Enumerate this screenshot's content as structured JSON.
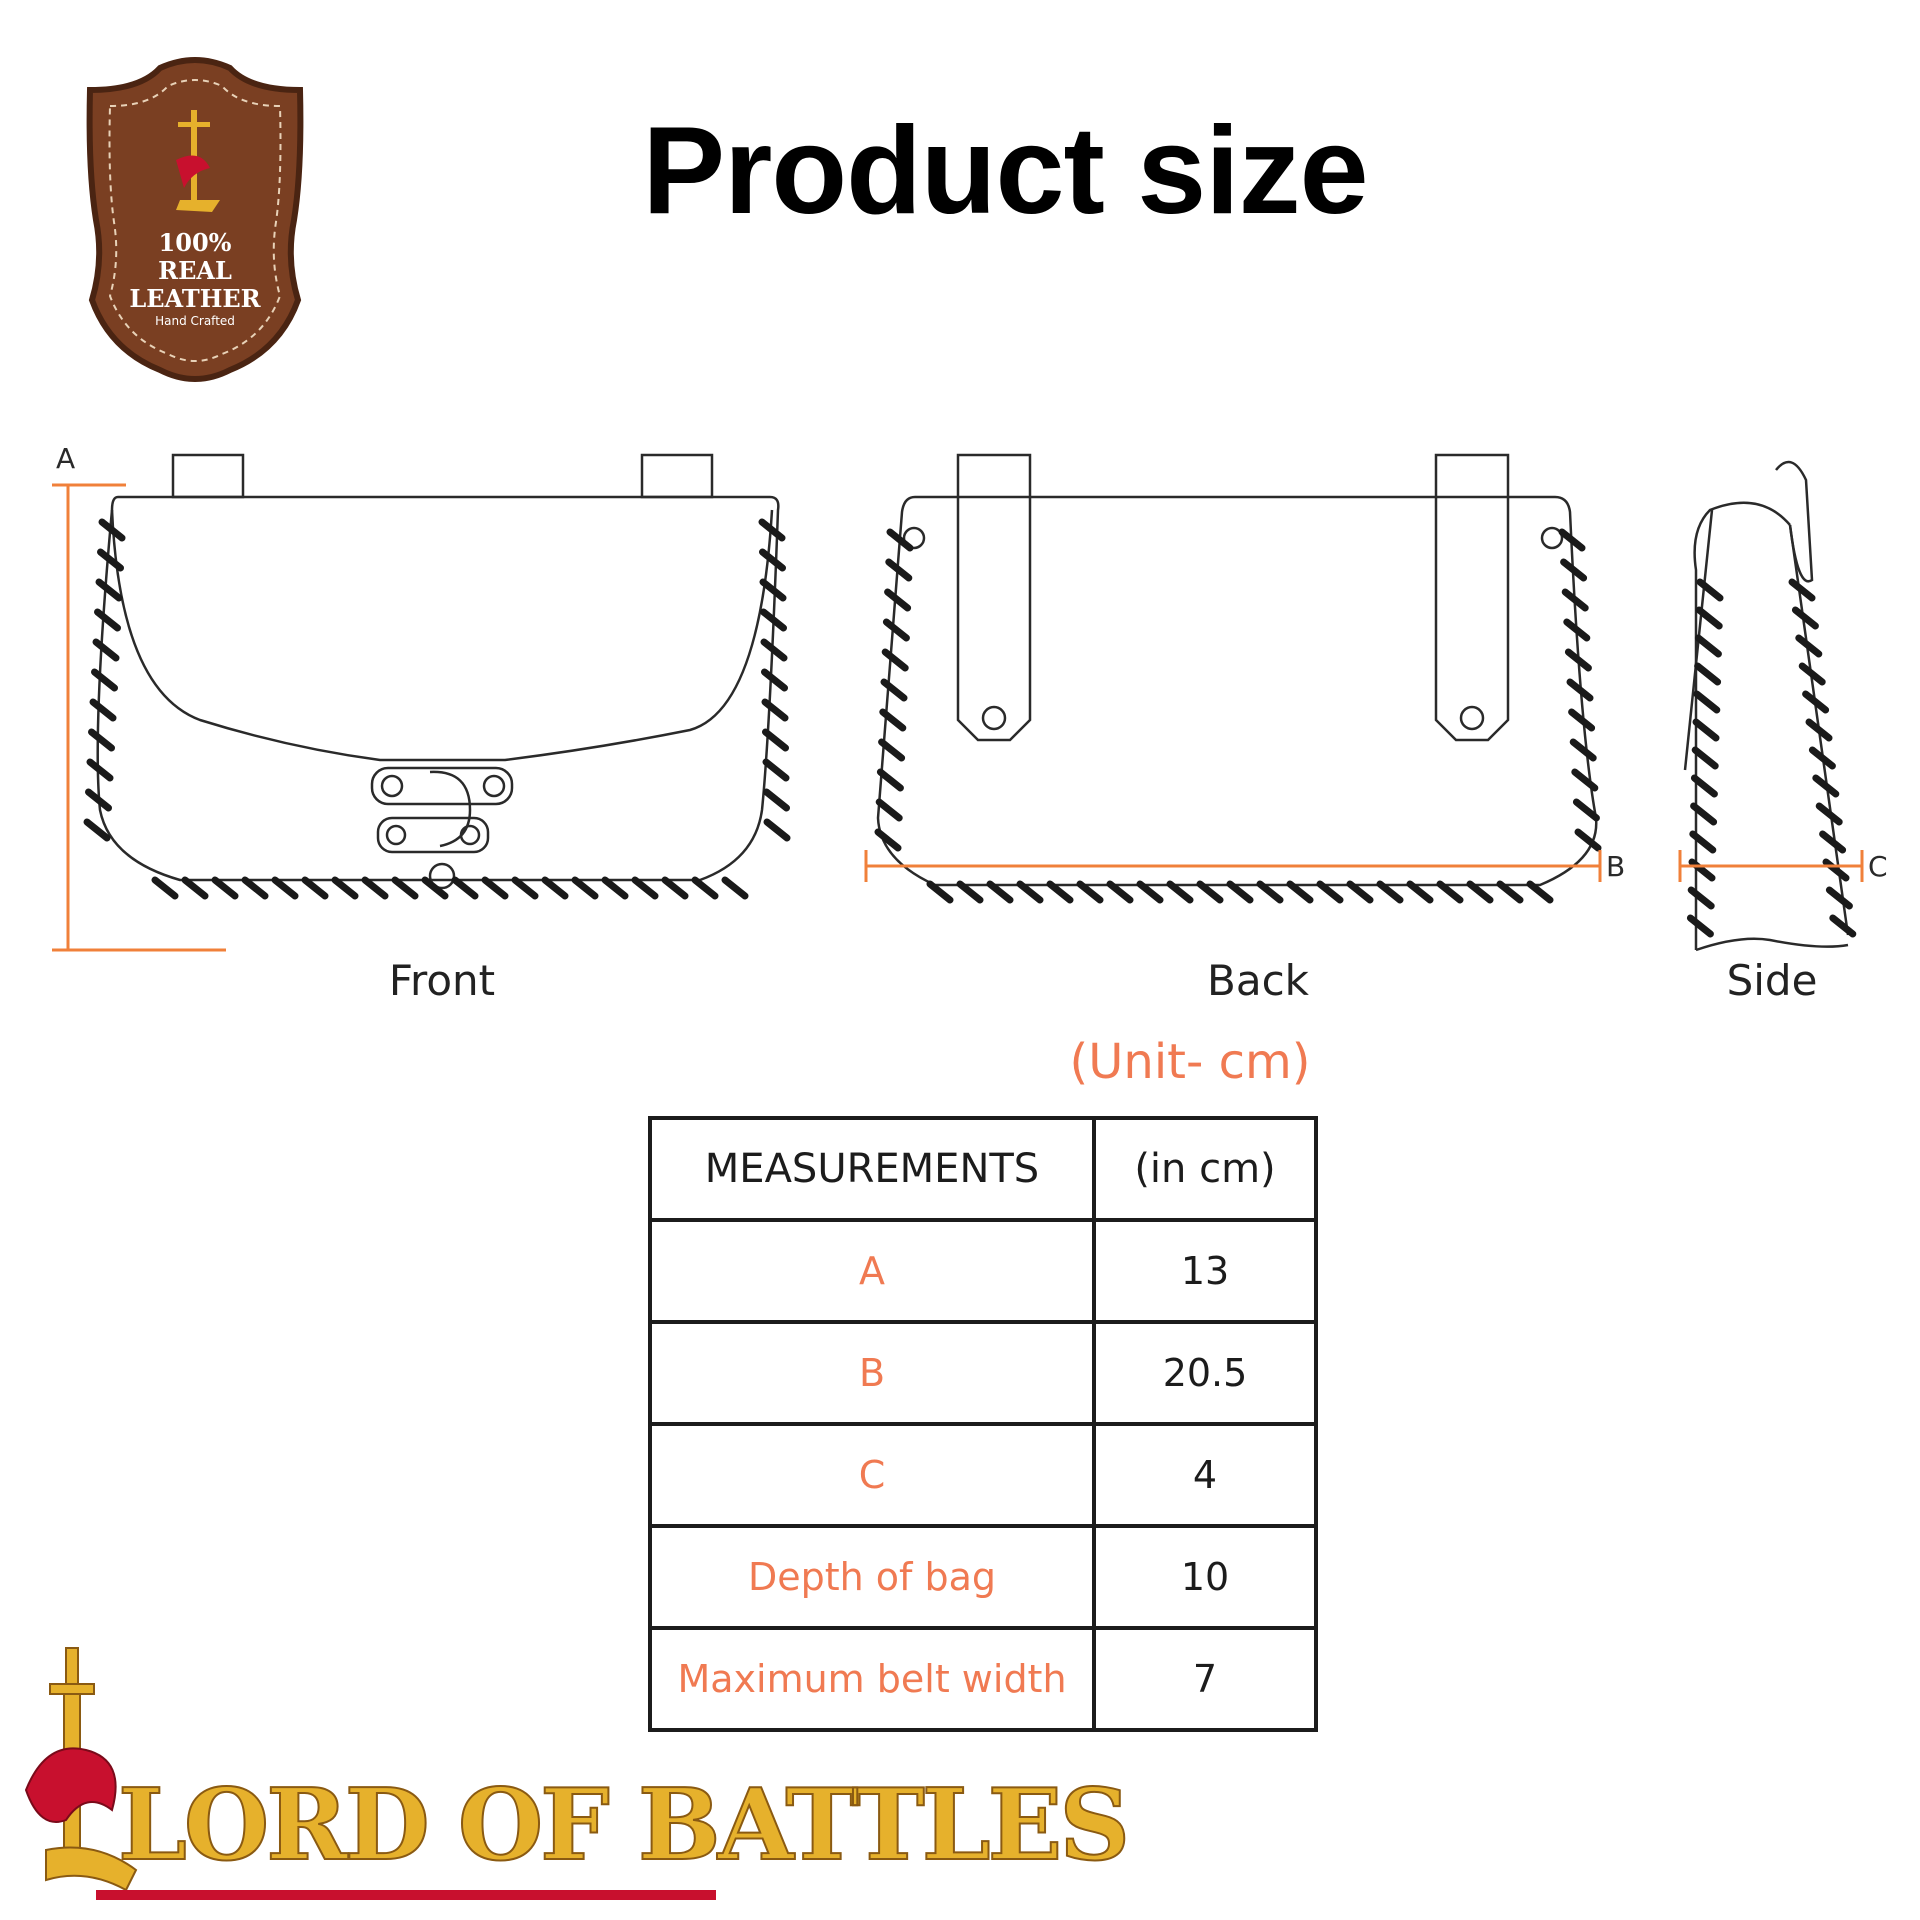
{
  "header": {
    "title": "Product size"
  },
  "badge": {
    "line1": "100%",
    "line2": "REAL",
    "line3": "LEATHER",
    "line4": "Hand Crafted"
  },
  "views": {
    "front": "Front",
    "back": "Back",
    "side": "Side"
  },
  "dimension_markers": {
    "a": "A",
    "b": "B",
    "c": "C"
  },
  "unit_note": "(Unit- cm)",
  "table": {
    "header": {
      "label": "MEASUREMENTS",
      "value": "(in cm)"
    },
    "rows": [
      {
        "label": "A",
        "value": "13"
      },
      {
        "label": "B",
        "value": "20.5"
      },
      {
        "label": "C",
        "value": "4"
      },
      {
        "label": "Depth of bag",
        "value": "10"
      },
      {
        "label": "Maximum belt width",
        "value": "7"
      }
    ]
  },
  "logo": {
    "text": "LORD OF BATTLES"
  },
  "colors": {
    "accent_orange": "#f07a52",
    "dimension_line": "#f0803a",
    "badge_brown": "#7a3f22",
    "logo_gold": "#e6b12c",
    "logo_red": "#c8102e"
  }
}
